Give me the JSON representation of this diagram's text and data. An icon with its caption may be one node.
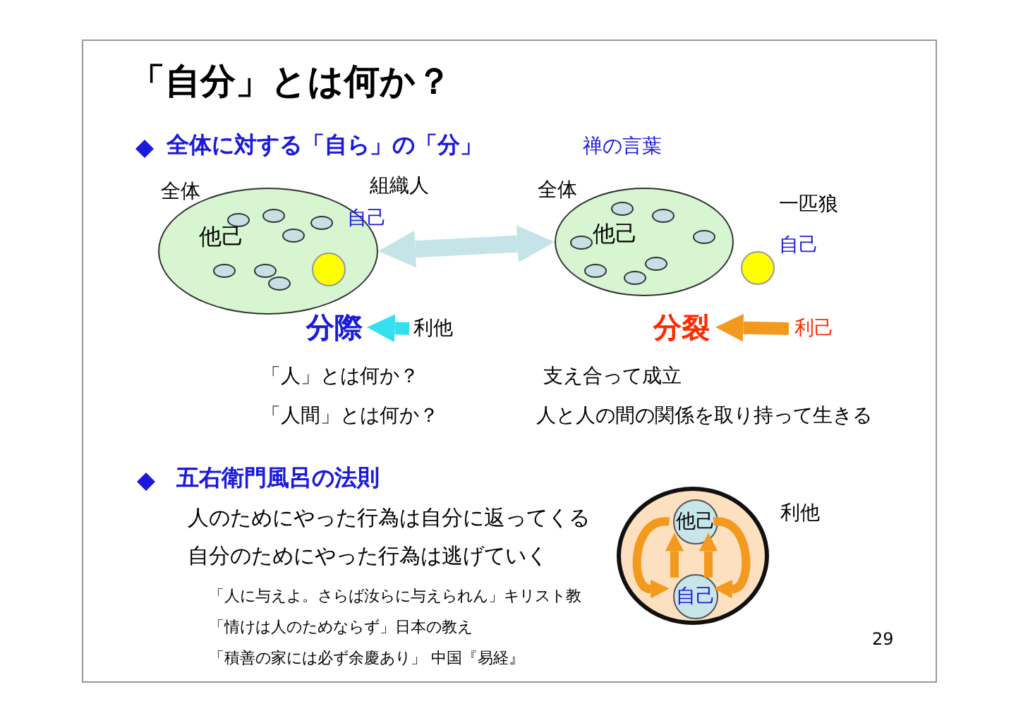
{
  "diagram": {
    "title": "「自分」とは何か？",
    "nodes": [
      {
        "text": [
          "他己"
        ],
        "beside": [
          "全体"
        ]
      },
      {
        "text": [],
        "shape": "ellipse",
        "in": 0
      },
      {
        "text": [],
        "shape": "ellipse",
        "in": 0
      },
      {
        "text": [],
        "shape": "ellipse",
        "in": 0
      },
      {
        "text": [],
        "shape": "ellipse",
        "in": 0
      },
      {
        "text": [],
        "shape": "ellipse",
        "in": 0
      },
      {
        "text": [],
        "shape": "ellipse",
        "in": 0
      },
      {
        "text": [],
        "shape": "ellipse",
        "in": 0
      },
      {
        "text": [],
        "shape": "circle",
        "in": 0,
        "beside": [
          "自己"
        ]
      },
      {
        "text": [
          "分際"
        ]
      },
      {
        "text": [
          "利他"
        ]
      },
      {
        "text": [
          "他己"
        ],
        "beside": [
          "全体"
        ]
      },
      {
        "text": [],
        "shape": "ellipse",
        "in": 11
      },
      {
        "text": [],
        "shape": "ellipse",
        "in": 11
      },
      {
        "text": [],
        "shape": "ellipse",
        "in": 11
      },
      {
        "text": [],
        "shape": "ellipse",
        "in": 11
      },
      {
        "text": [],
        "shape": "ellipse",
        "in": 11
      },
      {
        "text": [],
        "shape": "ellipse",
        "in": 11
      },
      {
        "text": [],
        "shape": "ellipse",
        "in": 11
      },
      {
        "text": [],
        "shape": "circle",
        "beside": [
          "自己"
        ]
      },
      {
        "text": [
          "分裂"
        ]
      },
      {
        "text": [
          "利己"
        ]
      },
      {
        "text": [],
        "shape": "circle",
        "beside": [
          "利他"
        ]
      },
      {
        "text": [
          "他己"
        ],
        "in": 22
      },
      {
        "text": [
          "自己"
        ],
        "in": 22
      }
    ],
    "edges": [
      {
        "from": 0,
        "to": 11,
        "arrow": "both",
        "style": "thick",
        "color": "#c5e4e8"
      },
      {
        "from": 10,
        "to": 9,
        "arrow": "to",
        "color": "#33e0f0"
      },
      {
        "from": 21,
        "to": 20,
        "arrow": "to",
        "color": "#f39a1e"
      },
      {
        "from": 24,
        "to": 23,
        "arrow": "to",
        "color": "#f39a1e"
      },
      {
        "from": 24,
        "to": 23,
        "arrow": "to",
        "color": "#f39a1e"
      },
      {
        "from": 23,
        "to": 24,
        "arrow": "to",
        "color": "#f39a1e"
      },
      {
        "from": 23,
        "to": 24,
        "arrow": "to",
        "color": "#f39a1e"
      }
    ],
    "labels": [
      "全体に対する「自ら」の「分」",
      "禅の言葉",
      "組織人",
      "一匹狼",
      "「人」とは何か？",
      "支え合って成立",
      "「人間」とは何か？",
      "人と人の間の関係を取り持って生きる",
      "五右衛門風呂の法則",
      "人のためにやった行為は自分に返ってくる",
      "自分のためにやった行為は逃げていく",
      "「人に与えよ。さらば汝らに与えられん」キリスト教",
      "「情けは人のためならず」日本の教え",
      "「積善の家には必ず余慶あり」 中国『易経』",
      "29"
    ]
  }
}
